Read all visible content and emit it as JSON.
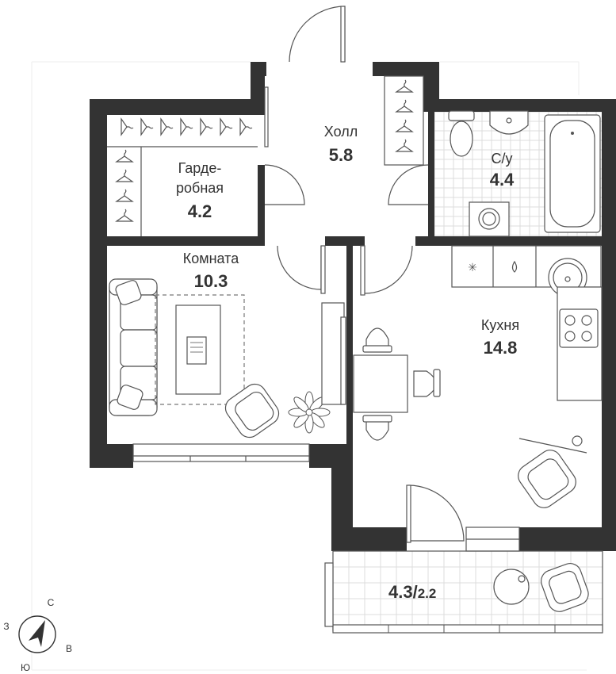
{
  "rooms": {
    "hall": {
      "name": "Холл",
      "area": "5.8"
    },
    "wardrobe": {
      "name_line1": "Гарде-",
      "name_line2": "робная",
      "area": "4.2"
    },
    "bathroom": {
      "name": "С/у",
      "area": "4.4"
    },
    "room": {
      "name": "Комната",
      "area": "10.3"
    },
    "kitchen": {
      "name": "Кухня",
      "area": "14.8"
    },
    "balcony": {
      "area": "4.3",
      "area_reduced": "2.2",
      "separator": "/"
    }
  },
  "compass": {
    "north": "С",
    "west": "З",
    "east": "В",
    "south": "Ю"
  },
  "colors": {
    "wall": "#333333",
    "line": "#555555",
    "tile": "#dcdcdc",
    "outline": "#e6e6e6"
  }
}
